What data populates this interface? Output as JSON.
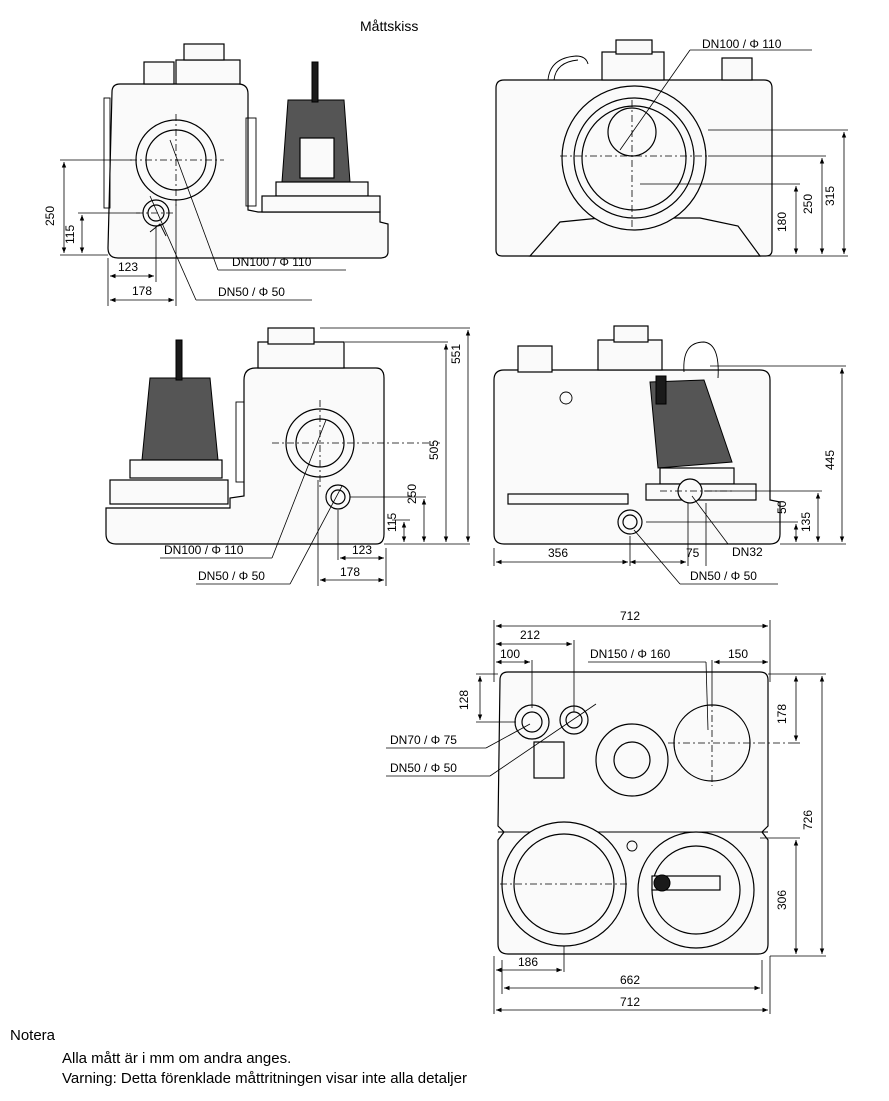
{
  "title": "Måttskiss",
  "views": {
    "top_left": {
      "dims": [
        "250",
        "115",
        "123",
        "178"
      ],
      "callouts": [
        "DN100 /   Φ 110",
        "DN50 /   Φ 50"
      ]
    },
    "top_right": {
      "dims": [
        "180",
        "250",
        "315"
      ],
      "callouts": [
        "DN100 /   Φ 110"
      ]
    },
    "middle_left": {
      "dims": [
        "505",
        "551",
        "250",
        "115",
        "123",
        "178"
      ],
      "callouts": [
        "DN100 /   Φ 110",
        "DN50 /   Φ 50"
      ]
    },
    "middle_right": {
      "dims": [
        "445",
        "50",
        "135",
        "356",
        "75"
      ],
      "callouts": [
        "DN32",
        "DN50 /   Φ 50"
      ]
    },
    "plan": {
      "dims": [
        "712",
        "212",
        "100",
        "150",
        "128",
        "178",
        "726",
        "306",
        "186",
        "662",
        "712"
      ],
      "callouts": [
        "DN150 /   Φ 160",
        "DN70 /   Φ 75",
        "DN50 /   Φ 50"
      ]
    }
  },
  "notes": {
    "heading": "Notera",
    "lines": [
      "Alla mått är i mm om andra anges.",
      "Varning: Detta förenklade måttritningen visar inte alla detaljer"
    ]
  },
  "icons": [
    "dimension-arrow",
    "centerline",
    "flange-outline"
  ]
}
